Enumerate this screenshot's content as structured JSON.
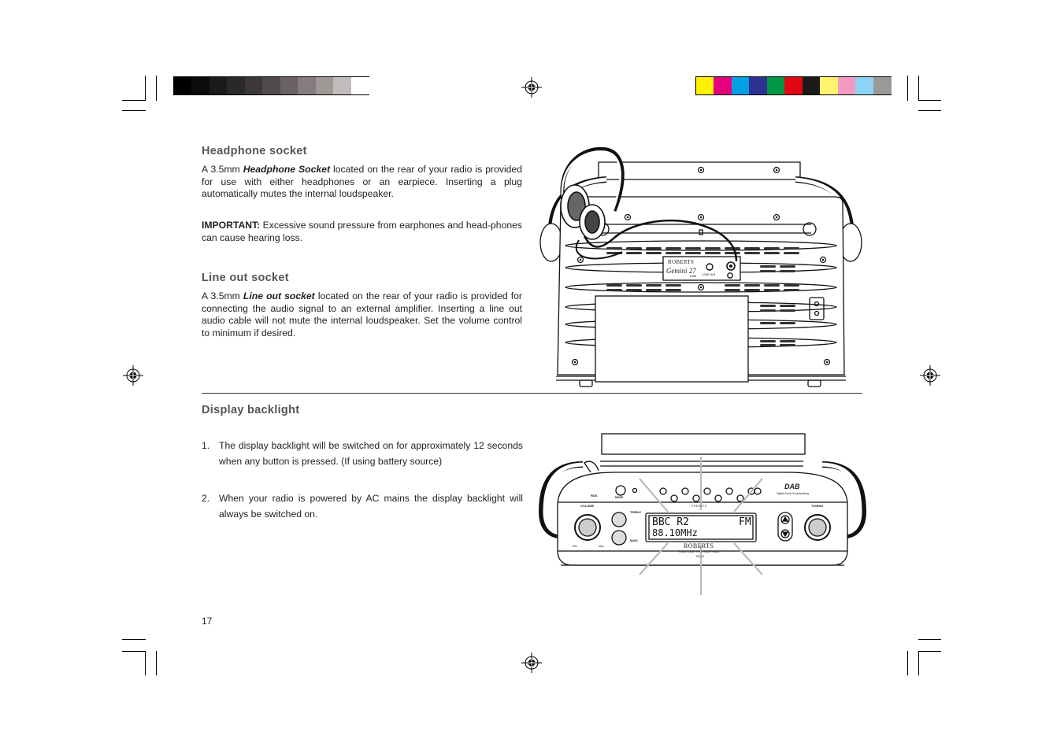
{
  "page_number": "17",
  "headphone": {
    "title": "Headphone  socket",
    "p1_pre": "A  3.5mm ",
    "p1_bold": "Headphone  Socket",
    "p1_post": "  located  on  the  rear  of  your  radio  is provided for use with either headphones or an earpiece. Inserting a plug automatically  mutes  the  internal  loudspeaker.",
    "important_label": "IMPORTANT:",
    "important_text": "  Excessive  sound  pressure  from  earphones  and  head-phones  can  cause  hearing  loss."
  },
  "lineout": {
    "title": "Line  out  socket",
    "p_pre": "A 3.5mm ",
    "p_bold": "Line out  socket",
    "p_post": "  located on the rear of your radio is provided for connecting the audio signal to an external amplifier. Inserting a line out audio cable will not mute the internal loudspeaker. Set the volume control to minimum if desired."
  },
  "backlight": {
    "title": "Display  backlight",
    "items": [
      {
        "num": "1.",
        "text": "The  display  backlight  will  be  switched  on  for  approximately  12  seconds  when  any  button  is  pressed.  (If  using  battery  source)"
      },
      {
        "num": "2.",
        "text": "When your radio is powered by AC mains the display backlight will always  be  switched  on."
      }
    ]
  },
  "rear_illustration": {
    "brand": "ROBERTS",
    "model": "Gemini 27",
    "model_sub": "DAB",
    "line_out_label": "Line out"
  },
  "front_illustration": {
    "lcd_line1": "BBC R2",
    "lcd_band": "FM",
    "lcd_line2": "88.10MHz",
    "brand": "ROBERTS",
    "brand_sub": "RADIO  DAB / FM Portable Radio",
    "model_code": "RD-40",
    "dab_logo": "DAB",
    "dab_caption": "Digital Audio Broadcasting",
    "labels": {
      "volume": "VOLUME",
      "tuning": "TUNING",
      "treble": "TREBLE",
      "bass": "BASS",
      "presets": "PRESETS",
      "rds": "RDS",
      "mode": "MODE",
      "min": "Min",
      "max": "Max"
    }
  },
  "colors": {
    "grayscale_bar": [
      "#000000",
      "#0d0b0b",
      "#1c1a1a",
      "#2b2828",
      "#3d3838",
      "#514a4a",
      "#6a6262",
      "#857d7d",
      "#a09797",
      "#c3bcbc",
      "#ffffff"
    ],
    "color_bar": [
      "#fff200",
      "#e6007e",
      "#00a0e3",
      "#2e3192",
      "#009846",
      "#e30613",
      "#1a1a1a",
      "#fff46b",
      "#f49ac1",
      "#8dd3f5",
      "#999999"
    ]
  }
}
